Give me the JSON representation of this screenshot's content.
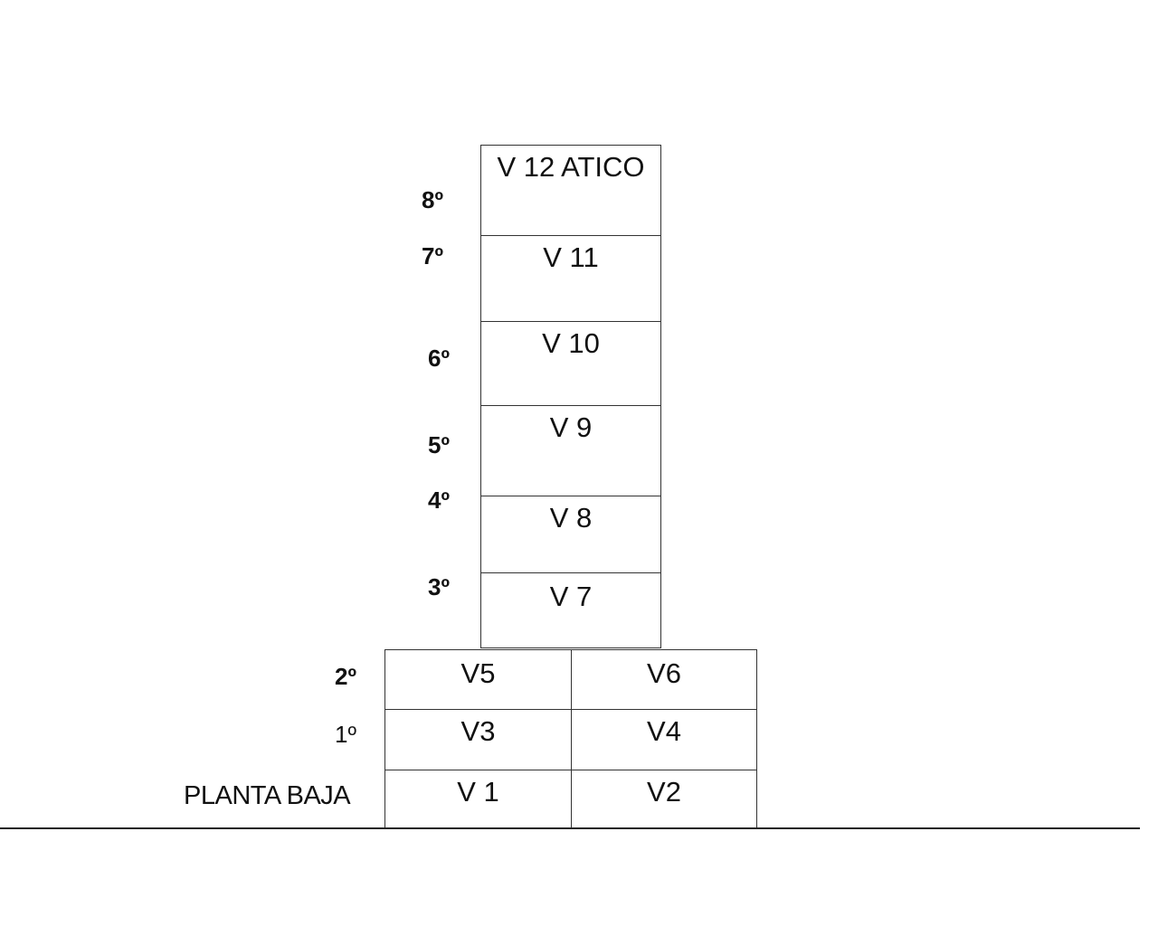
{
  "tower": [
    "V 12 ATICO",
    "V 11",
    "V 10",
    "V 9",
    "V 8",
    "V 7"
  ],
  "base": [
    [
      "V5",
      "V6"
    ],
    [
      "V3",
      "V4"
    ],
    [
      "V 1",
      "V2"
    ]
  ],
  "floors": {
    "f8": "8º",
    "f7": "7º",
    "f6": "6º",
    "f5": "5º",
    "f4": "4º",
    "f3": "3º",
    "f2": "2º",
    "f1": "1º",
    "ground": "PLANTA BAJA"
  }
}
